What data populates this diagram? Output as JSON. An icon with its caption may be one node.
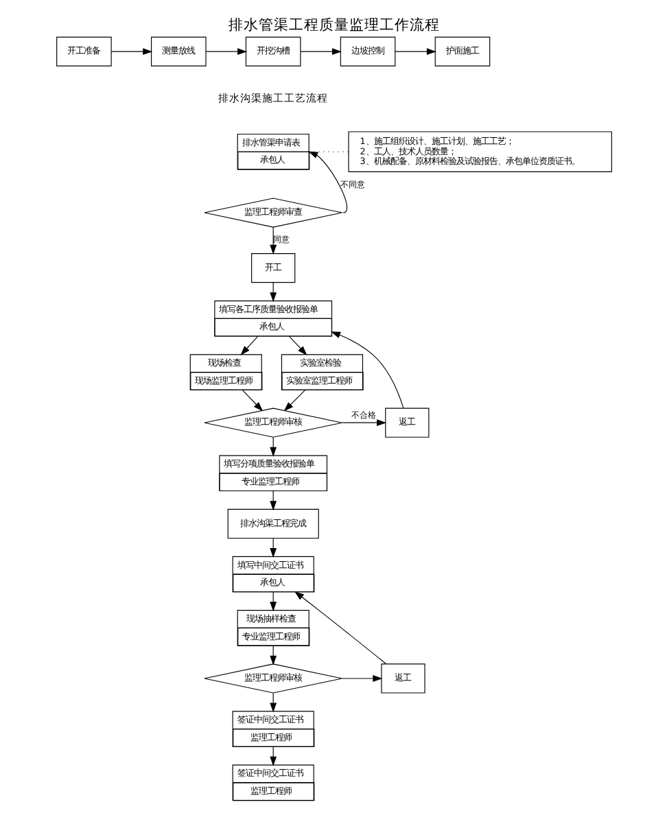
{
  "diagram": {
    "title": "排水管渠工程质量监理工作流程",
    "nodes": [
      {
        "text": [
          "开工准备"
        ]
      },
      {
        "text": [
          "测量放线"
        ]
      },
      {
        "text": [
          "开挖沟槽"
        ]
      },
      {
        "text": [
          "边坡控制"
        ]
      },
      {
        "text": [
          "护面施工"
        ]
      },
      {
        "text": [
          "排水管渠申请表",
          "承包人"
        ]
      },
      {
        "text": [
          "1、施工组织设计、施工计划、施工工艺；",
          "2、工人、技术人员数量；",
          "3、机械配备、原材料检验及试验报告、承包单位资质证书。"
        ]
      },
      {
        "text": [
          "监理工程师审查"
        ]
      },
      {
        "text": [
          "开工"
        ]
      },
      {
        "text": [
          "填写各工序质量验收报验单",
          "承包人"
        ]
      },
      {
        "text": [
          "现场检查",
          "现场监理工程师"
        ]
      },
      {
        "text": [
          "实验室检验",
          "实验室监理工程师"
        ]
      },
      {
        "text": [
          "监理工程师审核"
        ]
      },
      {
        "text": [
          "返工"
        ]
      },
      {
        "text": [
          "填写分项质量验收报验单",
          "专业监理工程师"
        ]
      },
      {
        "text": [
          "排水沟渠工程完成"
        ]
      },
      {
        "text": [
          "填写中间交工证书",
          "承包人"
        ]
      },
      {
        "text": [
          "现场抽样检查",
          "专业监理工程师"
        ]
      },
      {
        "text": [
          "监理工程师审核"
        ]
      },
      {
        "text": [
          "返工"
        ]
      },
      {
        "text": [
          "签证中间交工证书",
          "监理工程师"
        ]
      },
      {
        "text": [
          "签证中间交工证书",
          "监理工程师"
        ]
      }
    ],
    "edges": [
      {
        "from": 0,
        "to": 1,
        "arrow": "to"
      },
      {
        "from": 1,
        "to": 2,
        "arrow": "to"
      },
      {
        "from": 2,
        "to": 3,
        "arrow": "to"
      },
      {
        "from": 3,
        "to": 4,
        "arrow": "to"
      },
      {
        "from": 5,
        "to": 6,
        "arrow": "none",
        "style": "dashed"
      },
      {
        "from": 7,
        "to": 5,
        "arrow": "to",
        "label": "不同意"
      },
      {
        "from": 7,
        "to": 8,
        "arrow": "to",
        "label": "同意"
      },
      {
        "from": 8,
        "to": 9,
        "arrow": "to"
      },
      {
        "from": 9,
        "to": 10,
        "arrow": "to"
      },
      {
        "from": 9,
        "to": 11,
        "arrow": "to"
      },
      {
        "from": 10,
        "to": 12,
        "arrow": "to"
      },
      {
        "from": 11,
        "to": 12,
        "arrow": "to"
      },
      {
        "from": 12,
        "to": 13,
        "arrow": "to",
        "label": "不合格"
      },
      {
        "from": 13,
        "to": 9,
        "arrow": "to"
      },
      {
        "from": 12,
        "to": 14,
        "arrow": "to"
      },
      {
        "from": 14,
        "to": 15,
        "arrow": "to"
      },
      {
        "from": 15,
        "to": 16,
        "arrow": "to"
      },
      {
        "from": 16,
        "to": 17,
        "arrow": "to"
      },
      {
        "from": 17,
        "to": 18,
        "arrow": "to"
      },
      {
        "from": 18,
        "to": 19,
        "arrow": "to"
      },
      {
        "from": 19,
        "to": 16,
        "arrow": "to"
      },
      {
        "from": 18,
        "to": 20,
        "arrow": "to"
      },
      {
        "from": 20,
        "to": 21,
        "arrow": "to"
      }
    ],
    "labels": [
      "排水沟渠施工工艺流程"
    ]
  }
}
